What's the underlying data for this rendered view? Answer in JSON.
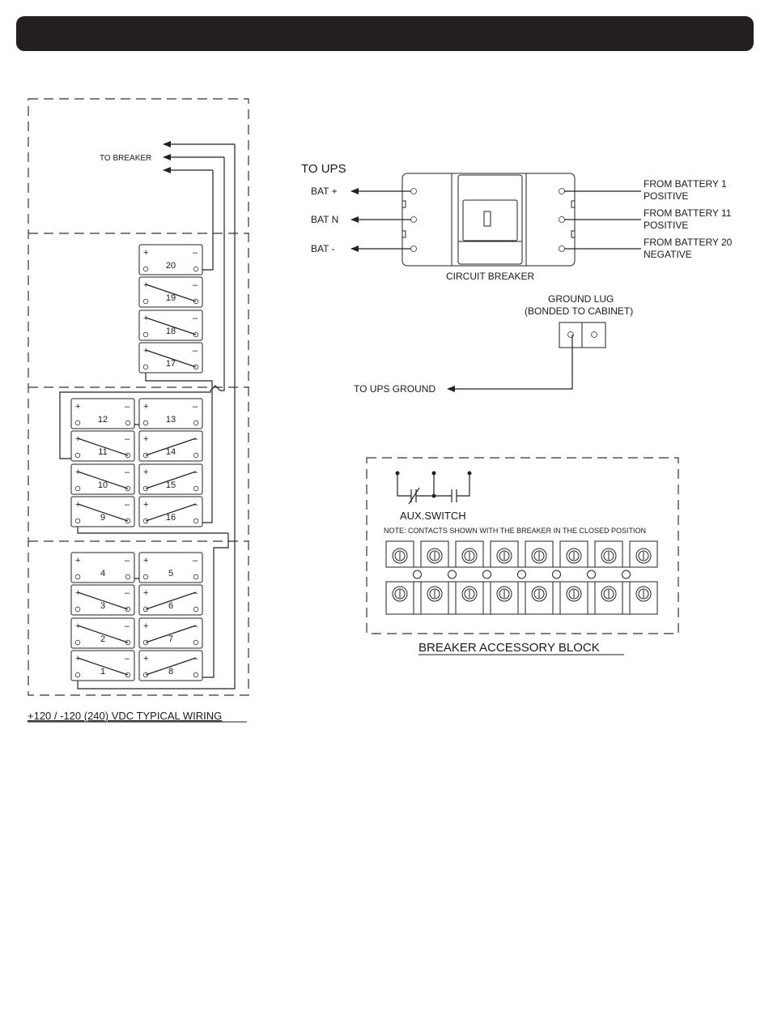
{
  "header": {
    "title": ""
  },
  "battery_wiring": {
    "caption": "+120 / -120 (240) VDC TYPICAL WIRING",
    "to_breaker_label": "TO BREAKER",
    "plus": "+",
    "minus": "–",
    "batteries": [
      {
        "id": 20,
        "label": "20",
        "col": 1,
        "row": 0
      },
      {
        "id": 19,
        "label": "19",
        "col": 1,
        "row": 1
      },
      {
        "id": 18,
        "label": "18",
        "col": 1,
        "row": 2
      },
      {
        "id": 17,
        "label": "17",
        "col": 1,
        "row": 3
      },
      {
        "id": 12,
        "label": "12",
        "col": 0,
        "row": 4
      },
      {
        "id": 13,
        "label": "13",
        "col": 1,
        "row": 4
      },
      {
        "id": 11,
        "label": "11",
        "col": 0,
        "row": 5
      },
      {
        "id": 14,
        "label": "14",
        "col": 1,
        "row": 5
      },
      {
        "id": 10,
        "label": "10",
        "col": 0,
        "row": 6
      },
      {
        "id": 15,
        "label": "15",
        "col": 1,
        "row": 6
      },
      {
        "id": 9,
        "label": "9",
        "col": 0,
        "row": 7
      },
      {
        "id": 16,
        "label": "16",
        "col": 1,
        "row": 7
      },
      {
        "id": 4,
        "label": "4",
        "col": 0,
        "row": 8
      },
      {
        "id": 5,
        "label": "5",
        "col": 1,
        "row": 8
      },
      {
        "id": 3,
        "label": "3",
        "col": 0,
        "row": 9
      },
      {
        "id": 6,
        "label": "6",
        "col": 1,
        "row": 9
      },
      {
        "id": 2,
        "label": "2",
        "col": 0,
        "row": 10
      },
      {
        "id": 7,
        "label": "7",
        "col": 1,
        "row": 10
      },
      {
        "id": 1,
        "label": "1",
        "col": 0,
        "row": 11
      },
      {
        "id": 8,
        "label": "8",
        "col": 1,
        "row": 11
      }
    ]
  },
  "breaker": {
    "to_ups_label": "TO UPS",
    "bat_plus": "BAT +",
    "bat_n": "BAT N",
    "bat_minus": "BAT -",
    "from_batt1_line1": "FROM BATTERY 1",
    "from_batt1_line2": "POSITIVE",
    "from_batt11_line1": "FROM BATTERY 11",
    "from_batt11_line2": "POSITIVE",
    "from_batt20_line1": "FROM BATTERY 20",
    "from_batt20_line2": "NEGATIVE",
    "caption": "CIRCUIT BREAKER"
  },
  "ground": {
    "title_line1": "GROUND LUG",
    "title_line2": "(BONDED TO CABINET)",
    "to_ups_ground": "TO UPS GROUND"
  },
  "accessory": {
    "aux_switch": "AUX.SWITCH",
    "note": "NOTE: CONTACTS SHOWN WITH THE BREAKER IN THE CLOSED POSITION",
    "caption": "BREAKER ACCESSORY BLOCK"
  }
}
